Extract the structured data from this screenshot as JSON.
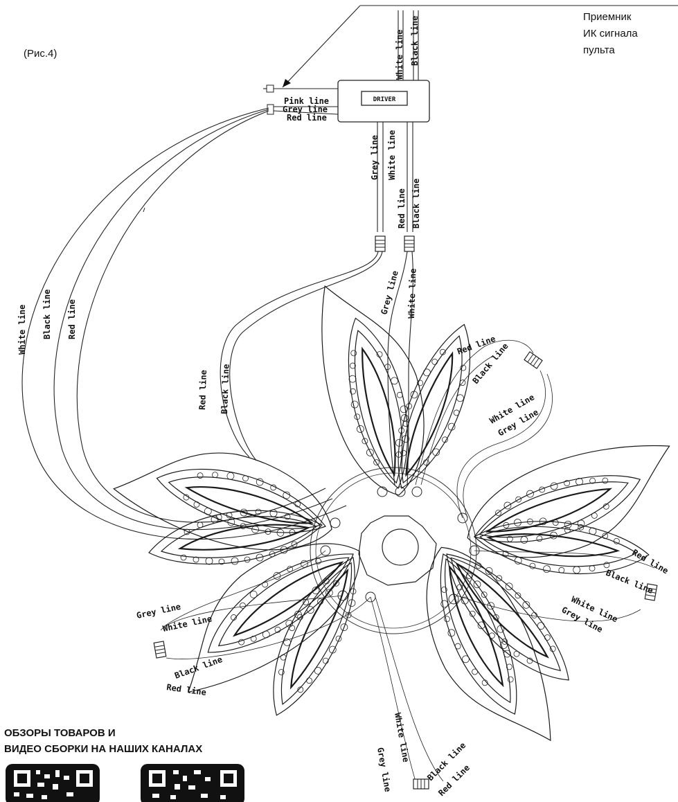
{
  "figure_label": "(Рис.4)",
  "receiver_label": [
    "Приемник",
    "ИК сигнала",
    "пульта"
  ],
  "driver_box_label": "DRIVER",
  "driver_left_wires": [
    "Pink line",
    "Grey line",
    "Red line"
  ],
  "driver_top_wires": [
    "White line",
    "Black line"
  ],
  "driver_bottom_wires": [
    "Grey line",
    "White line",
    "Red line",
    "Black line"
  ],
  "long_left_wires": [
    "White line",
    "Black line",
    "Red line"
  ],
  "petal_wires": {
    "upper_left": [
      "Red line",
      "Black line"
    ],
    "top": [
      "Grey line",
      "White line"
    ],
    "upper_right": [
      "Red line",
      "Black line",
      "White line",
      "Grey line"
    ],
    "right": [
      "Red line",
      "Black line",
      "White line",
      "Grey line"
    ],
    "left": [
      "Grey line",
      "White line",
      "Black line",
      "Red line"
    ],
    "bottom": [
      "White line",
      "Grey line",
      "Black line",
      "Red line"
    ]
  },
  "promo": [
    "ОБЗОРЫ ТОВАРОВ И",
    "ВИДЕО СБОРКИ НА НАШИХ КАНАЛАХ"
  ]
}
